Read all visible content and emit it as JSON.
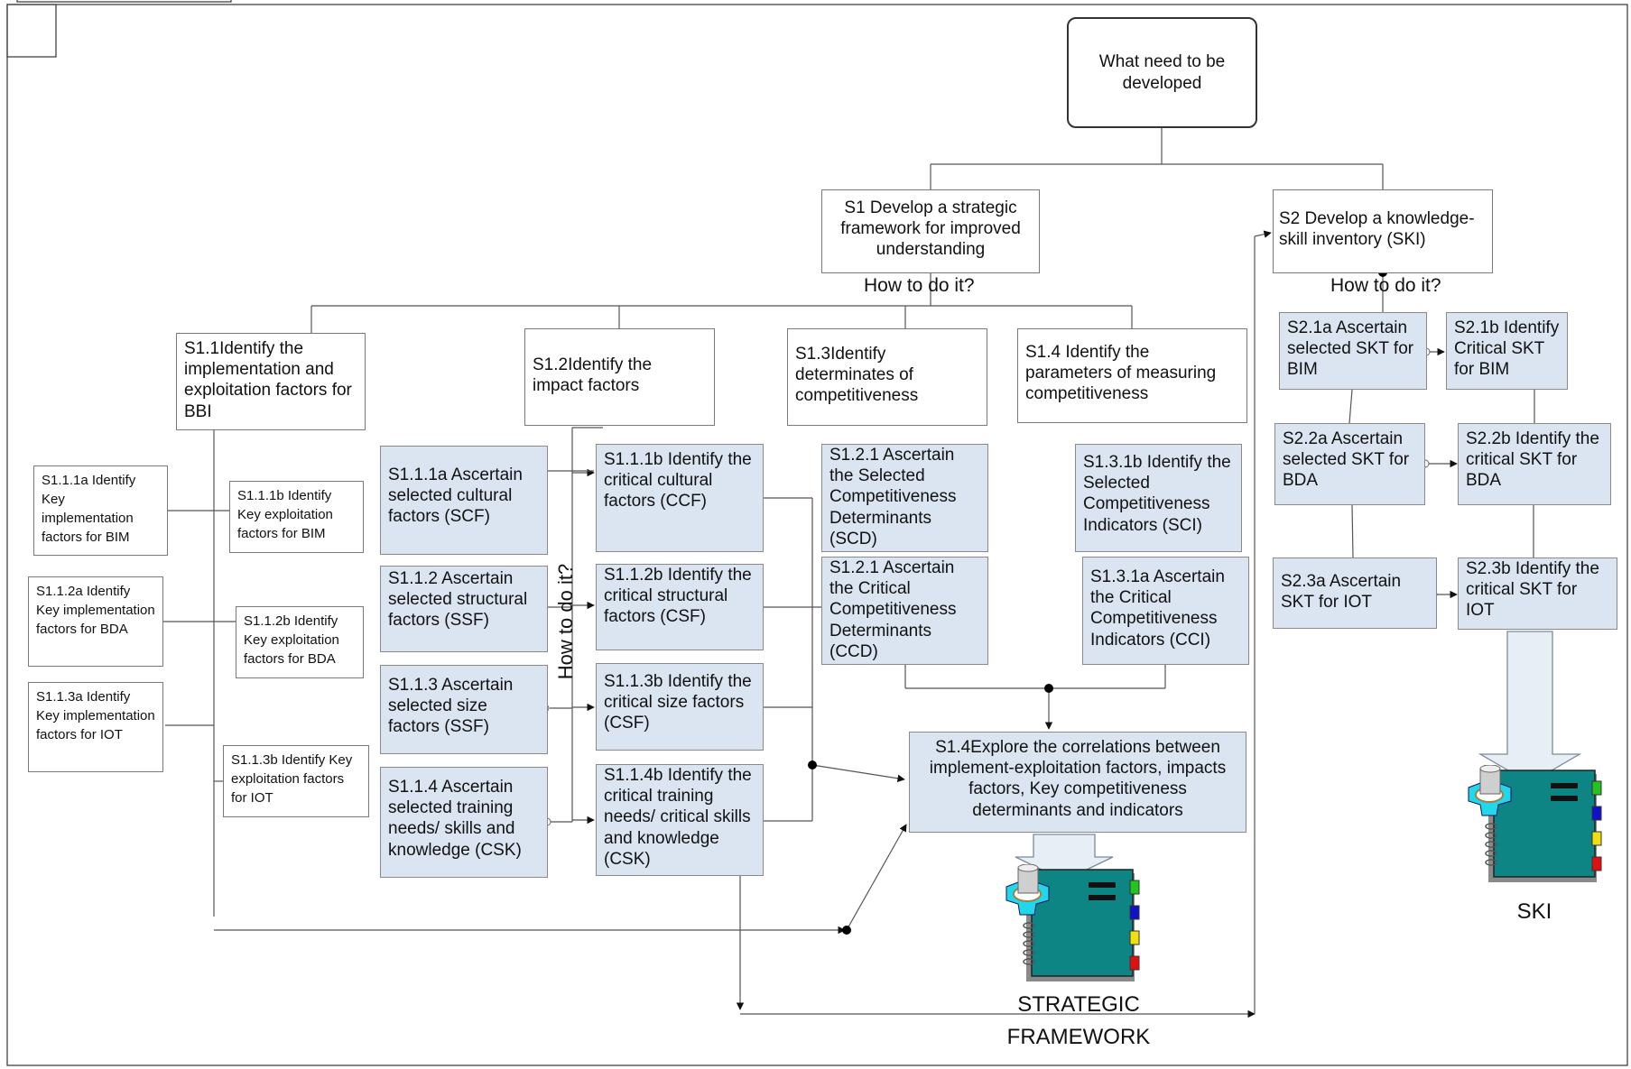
{
  "top_box": "What need to be developed",
  "s1": "S1 Develop a strategic framework for improved understanding",
  "s2": "S2 Develop a knowledge-skill inventory (SKI)",
  "how1": "How to do it?",
  "how2": "How to do it?",
  "how_vertical": "How to do it?",
  "s11": "S1.1Identify the implementation and exploitation factors for BBI",
  "s12": "S1.2Identify the impact factors",
  "s13": "S1.3Identify determinates of competitiveness",
  "s14": "S1.4 Identify the parameters of measuring competitiveness",
  "left_a": [
    "S1.1.1a Identify Key implementation factors for BIM",
    "S1.1.2a Identify Key implementation factors for BDA",
    "S1.1.3a Identify Key implementation factors for IOT"
  ],
  "left_b": [
    "S1.1.1b Identify Key  exploitation factors for BIM",
    "S1.1.2b Identify Key exploitation factors for BDA",
    "S1.1.3b Identify Key exploitation factors for IOT"
  ],
  "mid_a": [
    "S1.1.1a Ascertain selected cultural factors (SCF)",
    "S1.1.2 Ascertain selected structural factors (SSF)",
    "S1.1.3 Ascertain selected size factors (SSF)",
    "S1.1.4 Ascertain selected training needs/ skills and knowledge (CSK)"
  ],
  "mid_b": [
    "S1.1.1b Identify the critical cultural factors (CCF)",
    "S1.1.2b Identify the critical structural factors (CSF)",
    "S1.1.3b Identify the critical size factors (CSF)",
    "S1.1.4b Identify the critical training needs/ critical skills and knowledge (CSK)"
  ],
  "det": [
    "S1.2.1 Ascertain the Selected Competitiveness Determinants (SCD)",
    "S1.2.1 Ascertain the Critical Competitiveness Determinants (CCD)"
  ],
  "ind": [
    "S1.3.1b Identify the Selected Competitiveness Indicators  (SCI)",
    "S1.3.1a Ascertain the Critical Competitiveness Indicators  (CCI)"
  ],
  "explore": "S1.4Explore the correlations between implement-exploitation factors, impacts factors, Key competitiveness determinants and indicators",
  "skt_a": [
    "S2.1a Ascertain selected SKT for BIM",
    "S2.2a Ascertain selected SKT for BDA",
    "S2.3a Ascertain SKT for IOT"
  ],
  "skt_b": [
    "S2.1b Identify Critical SKT for BIM",
    "S2.2b Identify the critical SKT for BDA",
    "S2.3b Identify the critical SKT for IOT"
  ],
  "framework_caption": [
    "STRATEGIC",
    "FRAMEWORK"
  ],
  "ski_caption": "SKI",
  "colors": {
    "box_fill": "#dbe5f1",
    "tab_green": "#22c41e",
    "tab_blue": "#1010c8",
    "tab_yellow": "#f0e010",
    "tab_red": "#e01010",
    "book_teal": "#0e8585",
    "gear_cyan": "#22d8e8"
  }
}
